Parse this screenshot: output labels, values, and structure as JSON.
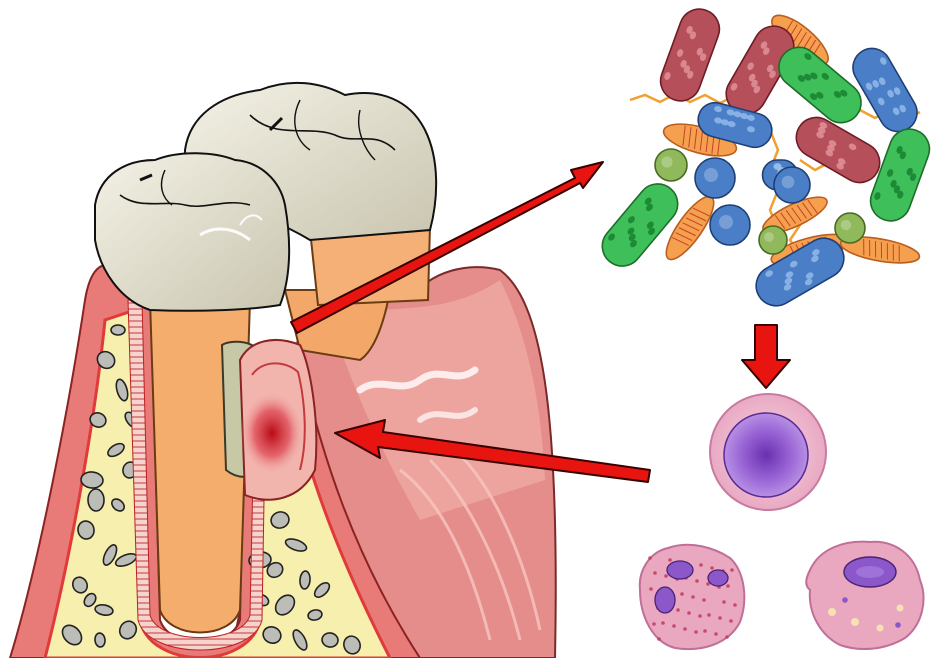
{
  "figure": {
    "caption": "",
    "labels": []
  },
  "parts": {
    "tooth": {
      "icon": "molar-tooth-icon",
      "count": 2
    },
    "gum": {
      "icon": "gingiva-icon",
      "state": "inflamed"
    },
    "bone": {
      "icon": "alveolar-bone-icon"
    },
    "pocket": {
      "icon": "periodontal-pocket-icon"
    },
    "inflammation": {
      "icon": "inflammation-spot-icon"
    },
    "bacteria": {
      "icon": "bacteria-cluster-icon"
    },
    "lymphocyte": {
      "icon": "lymphocyte-cell-icon"
    },
    "neutrophil": {
      "icon": "neutrophil-cell-icon"
    },
    "macrophage": {
      "icon": "macrophage-cell-icon"
    }
  },
  "arrows": [
    {
      "name": "arrow-pocket-to-bacteria",
      "direction": "up-right"
    },
    {
      "name": "arrow-bacteria-to-lymphocyte",
      "direction": "down"
    },
    {
      "name": "arrow-cells-to-inflammation",
      "direction": "left"
    }
  ],
  "colors": {
    "arrow": "#e8140f",
    "gum": "#e07a7a",
    "gum_light": "#f2b5ae",
    "bone": "#f6efad",
    "bone_outline": "#e03a3a",
    "root": "#f5ad6e",
    "enamel": "#e6e3d2",
    "inflammation": "#c8101c",
    "cell_pink": "#e7a5c0",
    "nucleus_purple": "#8c57c9"
  }
}
